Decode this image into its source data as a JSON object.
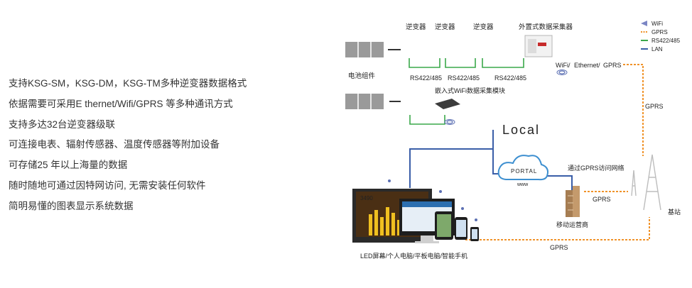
{
  "features": [
    "支持KSG-SM，KSG-DM，KSG-TM多种逆变器数据格式",
    "依据需要可采用E thernet/Wifi/GPRS 等多种通讯方式",
    "支持多达32台逆变器级联",
    "可连接电表、辐射传感器、温度传感器等附加设备",
    "可存储25 年以上海量的数据",
    "随时随地可通过因特网访问, 无需安装任何软件",
    "简明易懂的图表显示系统数据"
  ],
  "diagram": {
    "inverter_labels": [
      "逆变器",
      "逆变器",
      "逆变器"
    ],
    "external_collector": "外置式数据采集器",
    "battery_label": "电池组件",
    "rs_labels": [
      "RS422/485",
      "RS422/485",
      "RS422/485"
    ],
    "embedded_module": "嵌入式WiFi数据采集模块",
    "conn_wifi": "WiFi/",
    "conn_ethernet": "Ethernet/",
    "conn_gprs": "GPRS",
    "local": "Local",
    "portal": "PORTAL",
    "www": "www",
    "via_gprs": "通过GPRS访问网络",
    "gprs_labels": [
      "GPRS",
      "GPRS",
      "GPRS"
    ],
    "operator": "移动运营商",
    "base_station": "基站",
    "devices": "LED屏幕/个人电脑/平板电脑/智能手机",
    "screen_value": "3490"
  },
  "legend": {
    "items": [
      {
        "label": "WiFi",
        "symbol": "wifi-icon"
      },
      {
        "label": "GPRS",
        "color": "#f0932a"
      },
      {
        "label": "RS422/485",
        "color": "#3aa84a"
      },
      {
        "label": "LAN",
        "color": "#3a5ea8"
      }
    ]
  },
  "colors": {
    "gprs": "#f0932a",
    "rs485": "#3aa84a",
    "lan": "#3a5ea8",
    "portal": "#3d8fd0"
  }
}
